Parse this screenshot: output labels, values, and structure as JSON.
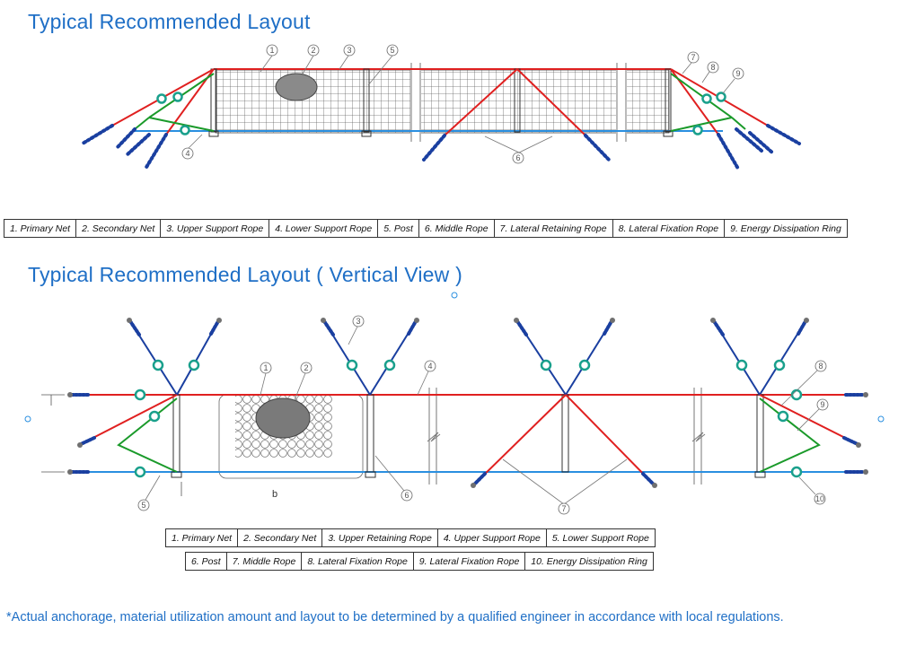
{
  "titles": {
    "top": "Typical Recommended Layout",
    "bottom": "Typical Recommended Layout  ( Vertical View )"
  },
  "legend_top": [
    "1. Primary   Net",
    "2. Secondary Net",
    "3. Upper Support Rope",
    "4. Lower Support Rope",
    "5. Post",
    "6. Middle Rope",
    "7. Lateral Retaining Rope",
    "8. Lateral Fixation Rope",
    "9. Energy Dissipation Ring"
  ],
  "legend_bottom_row1": [
    "1. Primary   Net",
    "2. Secondary Net",
    "3. Upper Retaining Rope",
    "4. Upper Support Rope",
    "5. Lower Support Rope"
  ],
  "legend_bottom_row2": [
    "6. Post",
    "7. Middle Rope",
    "8. Lateral Fixation Rope",
    "9. Lateral Fixation Rope",
    "10. Energy Dissipation Ring"
  ],
  "callouts_top": [
    "1",
    "2",
    "3",
    "5",
    "4",
    "6",
    "7",
    "8",
    "9"
  ],
  "callouts_bottom": [
    "1",
    "2",
    "3",
    "4",
    "8",
    "9",
    "5",
    "6",
    "7",
    "10"
  ],
  "dimension_label": "b",
  "footnote": "*Actual anchorage, material utilization amount and layout to be determined by a qualified engineer in accordance with local regulations.",
  "colors": {
    "title": "#1f6fc6",
    "upper_rope": "#e02020",
    "lower_rope": "#2a8fe0",
    "fixation_rope": "#1a9a2a",
    "retaining_rope": "#1a3fa0",
    "ring": "#1aa08c",
    "net_grid": "#555555"
  }
}
